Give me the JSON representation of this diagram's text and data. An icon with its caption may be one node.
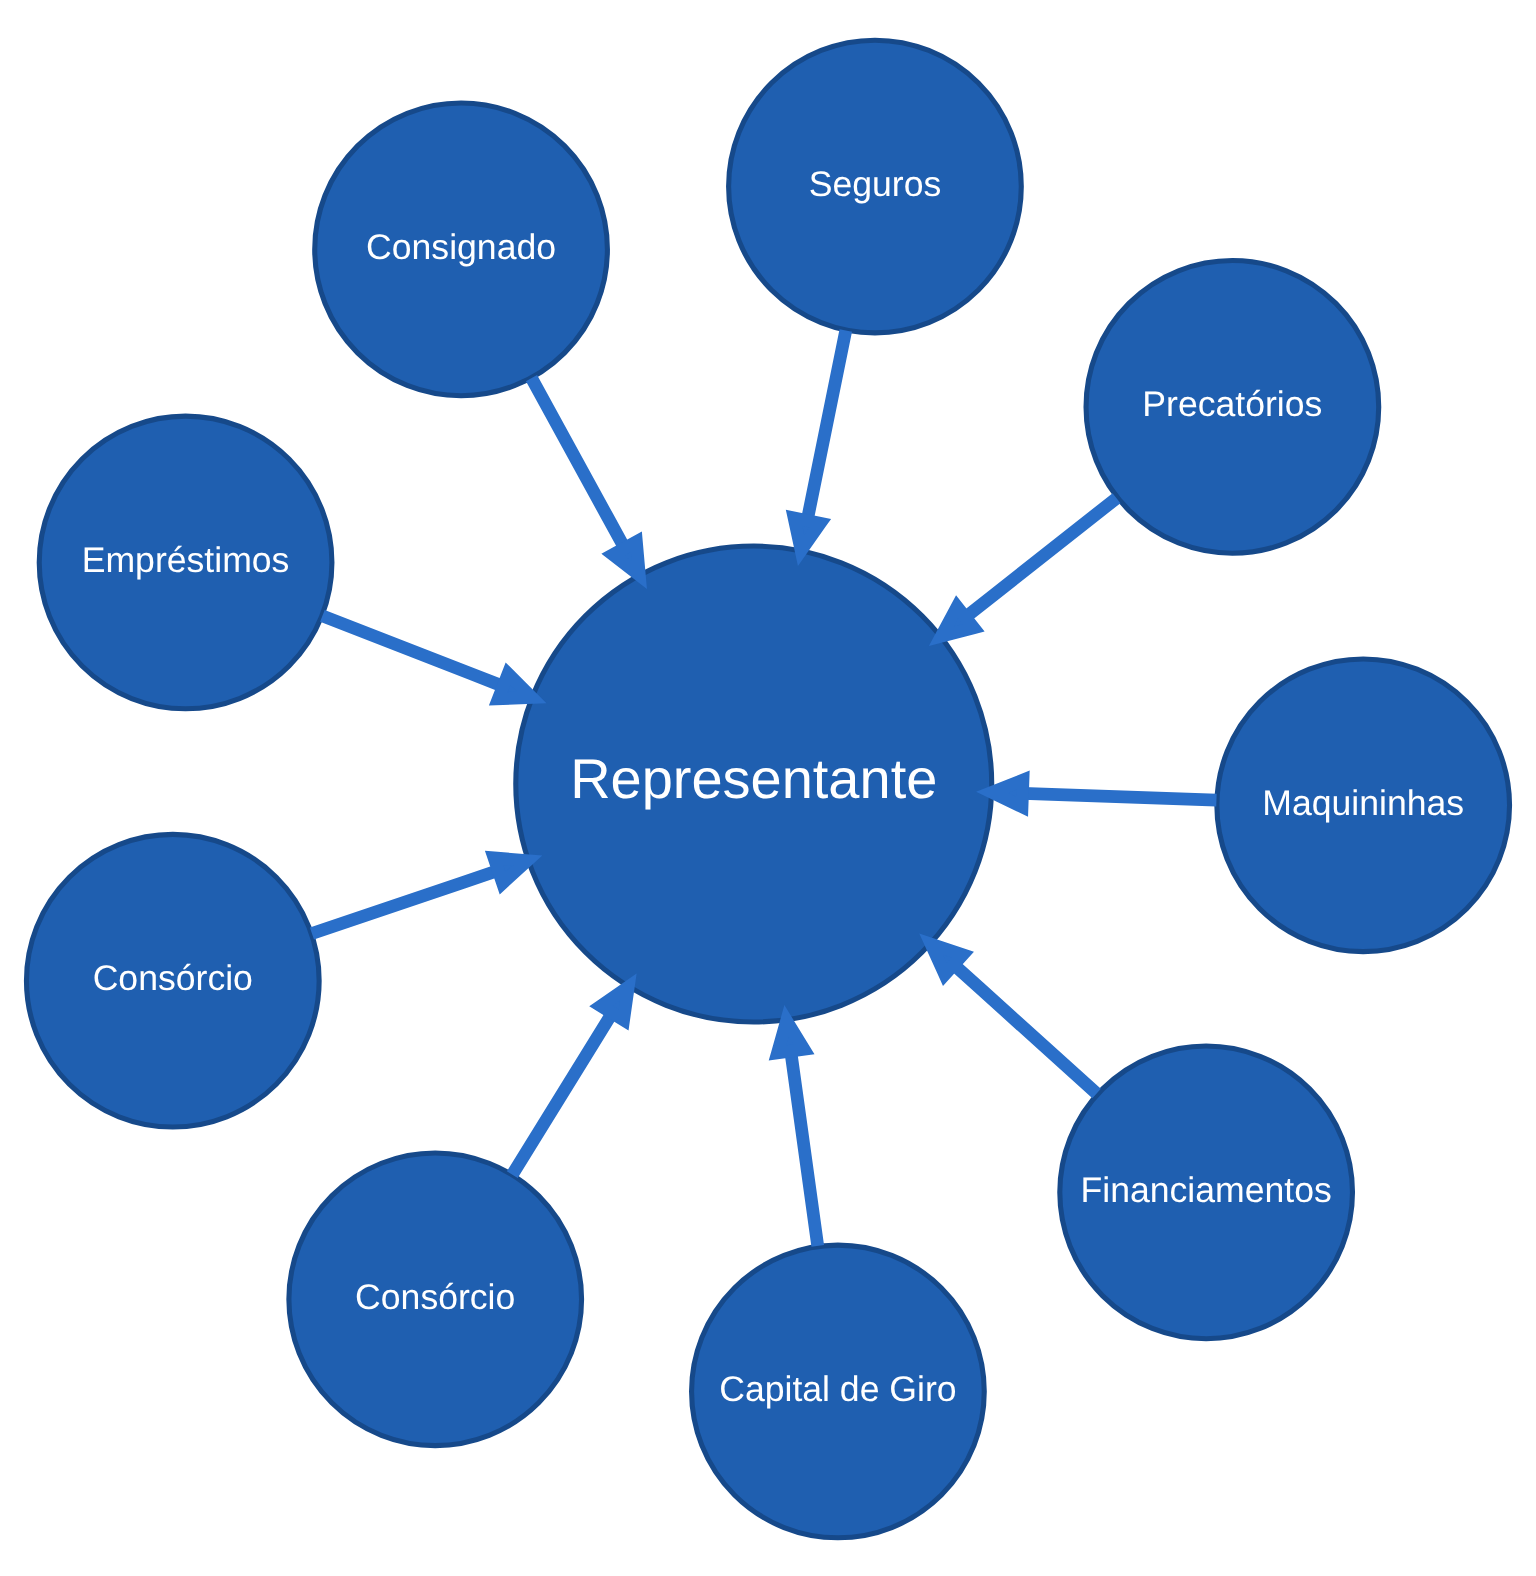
{
  "diagram": {
    "nodes": [
      {
        "text": [
          "Empréstimos"
        ]
      },
      {
        "text": [
          "Precatórios"
        ]
      },
      {
        "text": [
          "Capital de Giro"
        ]
      },
      {
        "text": [
          "Seguros"
        ]
      },
      {
        "text": [
          "Representante"
        ]
      },
      {
        "text": [
          "Consignado"
        ]
      },
      {
        "text": [
          "Consórcio"
        ]
      },
      {
        "text": [
          "Maquininhas"
        ]
      },
      {
        "text": [
          "Consórcio"
        ]
      },
      {
        "text": [
          "Financiamentos"
        ]
      }
    ],
    "edges": [
      {
        "from": 0,
        "to": 4,
        "arrow": "to"
      },
      {
        "from": 1,
        "to": 4,
        "arrow": "to"
      },
      {
        "from": 2,
        "to": 4,
        "arrow": "to"
      },
      {
        "from": 3,
        "to": 4,
        "arrow": "to"
      },
      {
        "from": 5,
        "to": 4,
        "arrow": "to"
      },
      {
        "from": 6,
        "to": 4,
        "arrow": "to"
      },
      {
        "from": 7,
        "to": 4,
        "arrow": "to"
      },
      {
        "from": 8,
        "to": 4,
        "arrow": "to"
      },
      {
        "from": 9,
        "to": 4,
        "arrow": "to"
      }
    ]
  }
}
